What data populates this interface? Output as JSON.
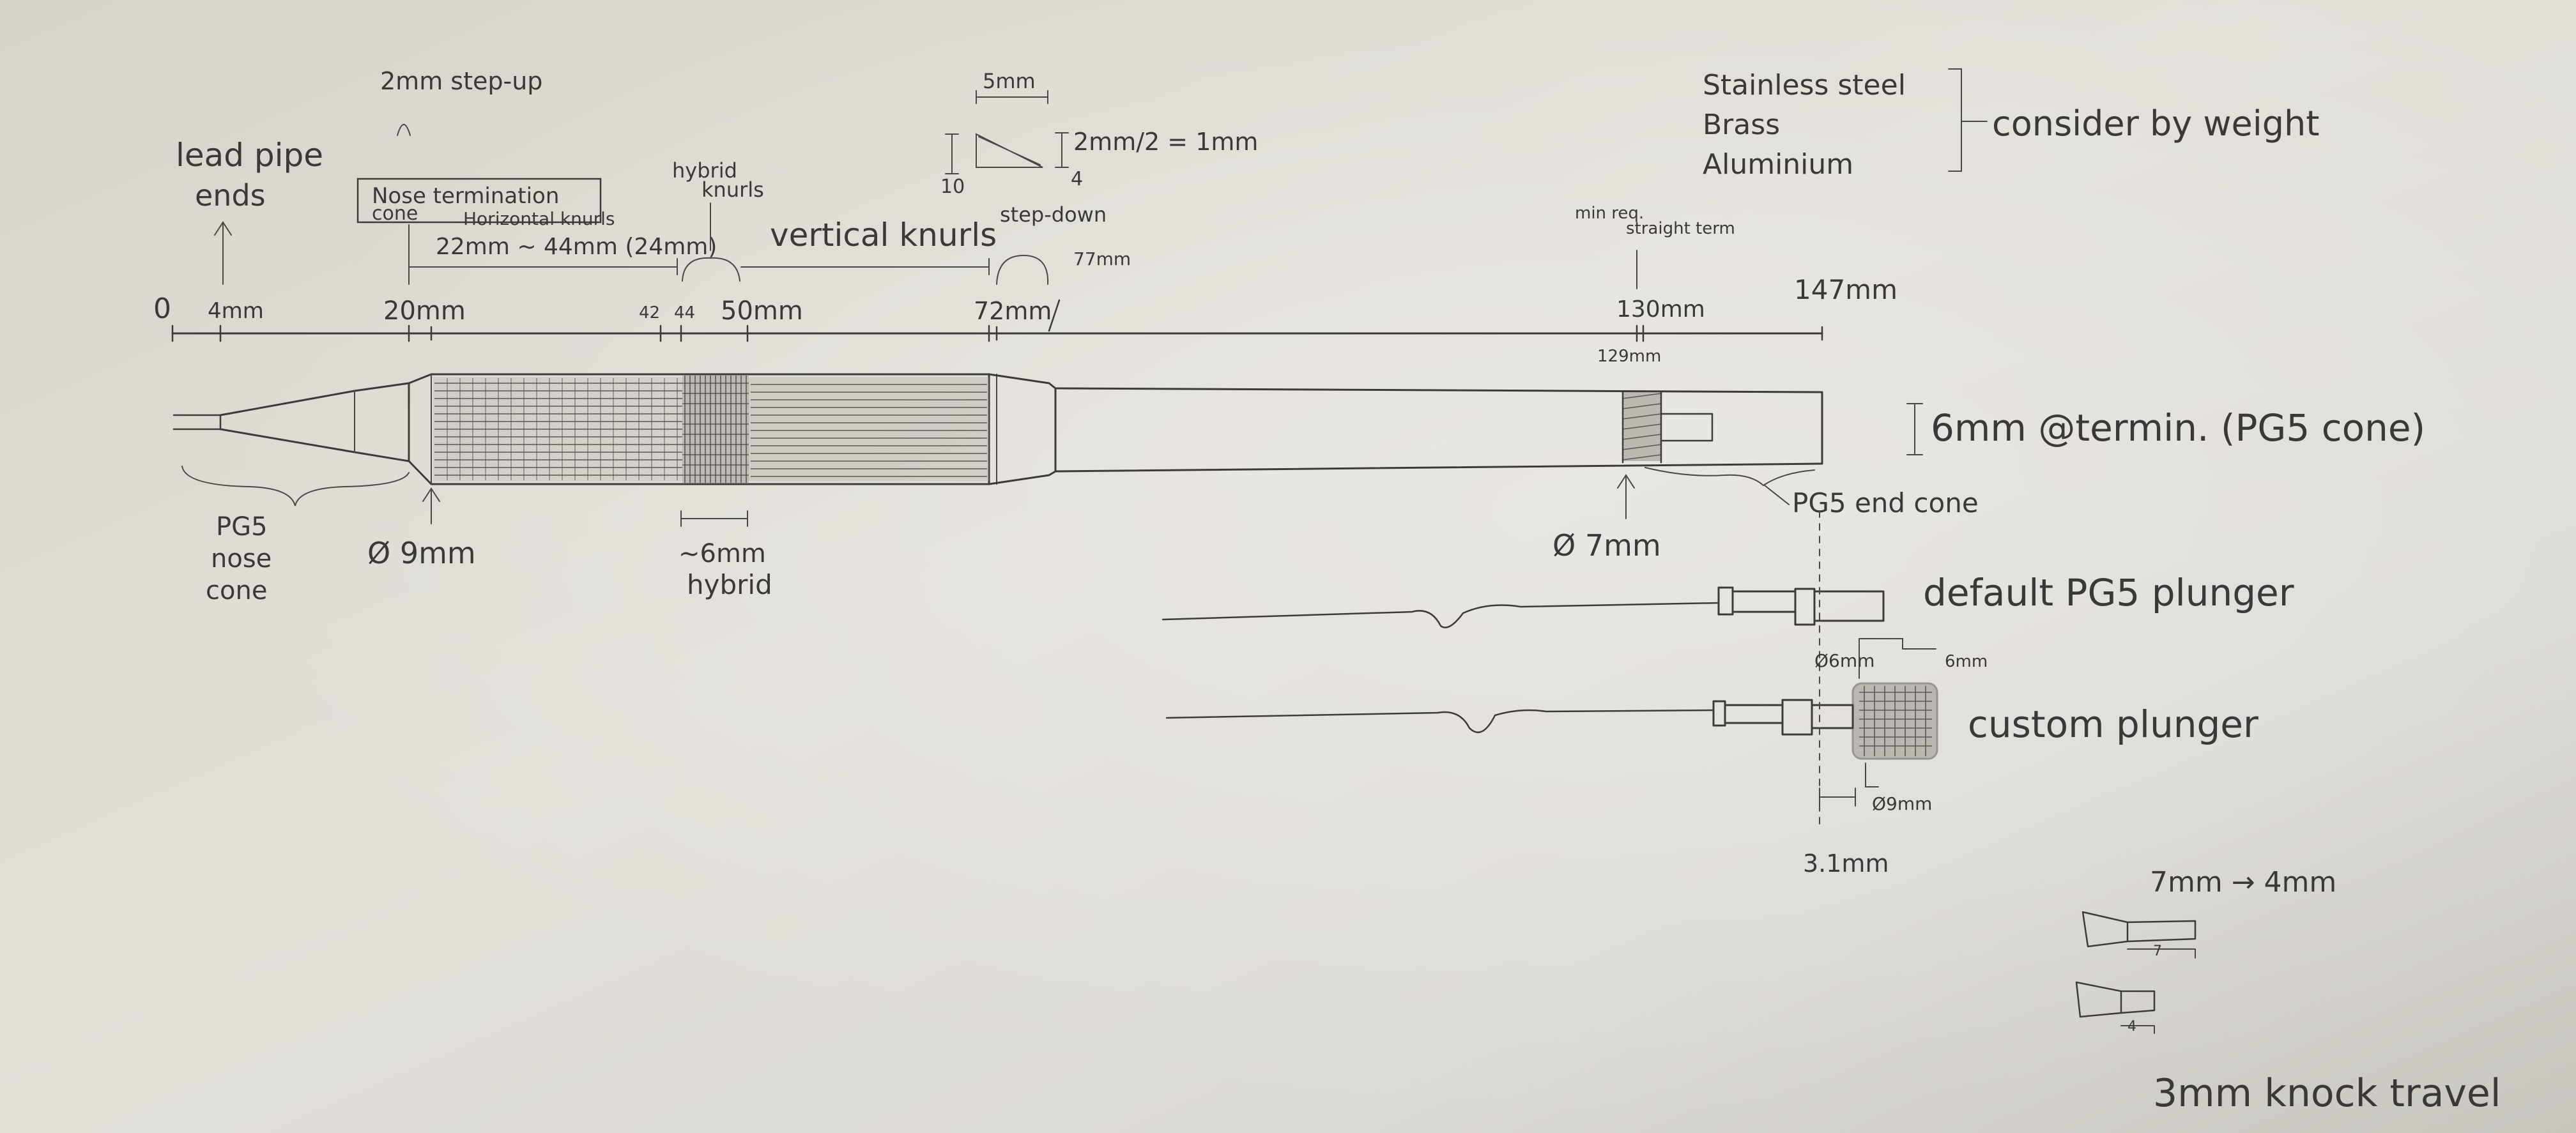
{
  "notes": {
    "step_up": "2mm step-up",
    "lead_pipe_line1": "lead pipe",
    "lead_pipe_line2": "ends",
    "nose_term_line1": "Nose termination",
    "nose_term_line2": "cone",
    "horizontal_knurls": "Horizontal knurls",
    "knurl_span": "22mm ~ 44mm (24mm)",
    "hybrid_line1": "hybrid",
    "hybrid_line2": "knurls",
    "vertical_knurls": "vertical knurls",
    "step_down": "step-down",
    "dim_5mm": "5mm",
    "dim_10": "10",
    "dim_4": "4",
    "taper_calc": "2mm/2 = 1mm",
    "min_req_line1": "min req.",
    "min_req_line2": "straight term",
    "materials": [
      "Stainless steel",
      "Brass",
      "Aluminium"
    ],
    "consider": "consider by weight"
  },
  "scale": {
    "ticks": [
      "0",
      "4mm",
      "20mm",
      "42",
      "44",
      "50mm",
      "72mm",
      "77mm",
      "130mm",
      "147mm"
    ],
    "sub_tick": "129mm"
  },
  "body_notes": {
    "termination": "6mm @termin. (PG5 cone)",
    "pg5_nose_line1": "PG5",
    "pg5_nose_line2": "nose",
    "pg5_nose_line3": "cone",
    "dia_9mm": "Ø 9mm",
    "hybrid_6mm": "~6mm",
    "hybrid_label": "hybrid",
    "dia_7mm": "Ø 7mm",
    "pg5_end_cone": "PG5 end cone"
  },
  "plungers": {
    "default_label": "default PG5 plunger",
    "custom_label": "custom plunger",
    "dia_6mm": "Ø6mm",
    "len_6mm": "6mm",
    "dia_9mm": "Ø9mm",
    "offset": "3.1mm"
  },
  "knock": {
    "conversion": "7mm → 4mm",
    "dim_7": "7",
    "dim_4": "4",
    "travel": "3mm knock travel"
  }
}
